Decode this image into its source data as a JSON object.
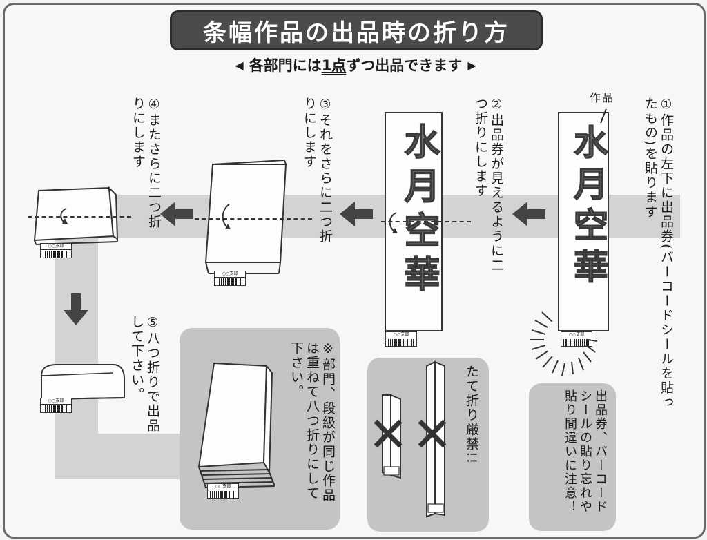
{
  "title": "条幅作品の出品時の折り方",
  "subtitle": {
    "left_marker": "◀",
    "pre": "各部門には",
    "highlight": "1点",
    "post": "ずつ出品できます",
    "right_marker": "▶"
  },
  "artwork_chars": "水月空華",
  "steps": [
    {
      "num": "①",
      "text": "作品の左下に出品券(バーコードシールを貼ったもの)を貼ります"
    },
    {
      "num": "②",
      "text": "出品券が見えるように二つ折りにします"
    },
    {
      "num": "③",
      "text": "それをさらに二つ折りにします"
    },
    {
      "num": "④",
      "text": "またさらに二つ折りにします"
    },
    {
      "num": "⑤",
      "text": "八つ折りで出品して下さい。"
    }
  ],
  "artwork_label": "作品",
  "barcode_label": "○○支部",
  "note_group": "※部門、段級が同じ作品は重ねて八つ折りにして下さい。",
  "note_vertical_fold": "たて折り厳禁!!",
  "note_warning": "出品券、バーコードシールの貼り忘れや貼り間違いに注意！",
  "icons": {
    "arrow": "left-arrow-icon",
    "down_arrow": "down-arrow-icon",
    "cross": "cross-icon",
    "fold": "curved-fold-arrow-icon"
  },
  "colors": {
    "title_bg": "#4b4b4b",
    "band": "#d3d3d1",
    "panel": "#c4c4c2"
  }
}
